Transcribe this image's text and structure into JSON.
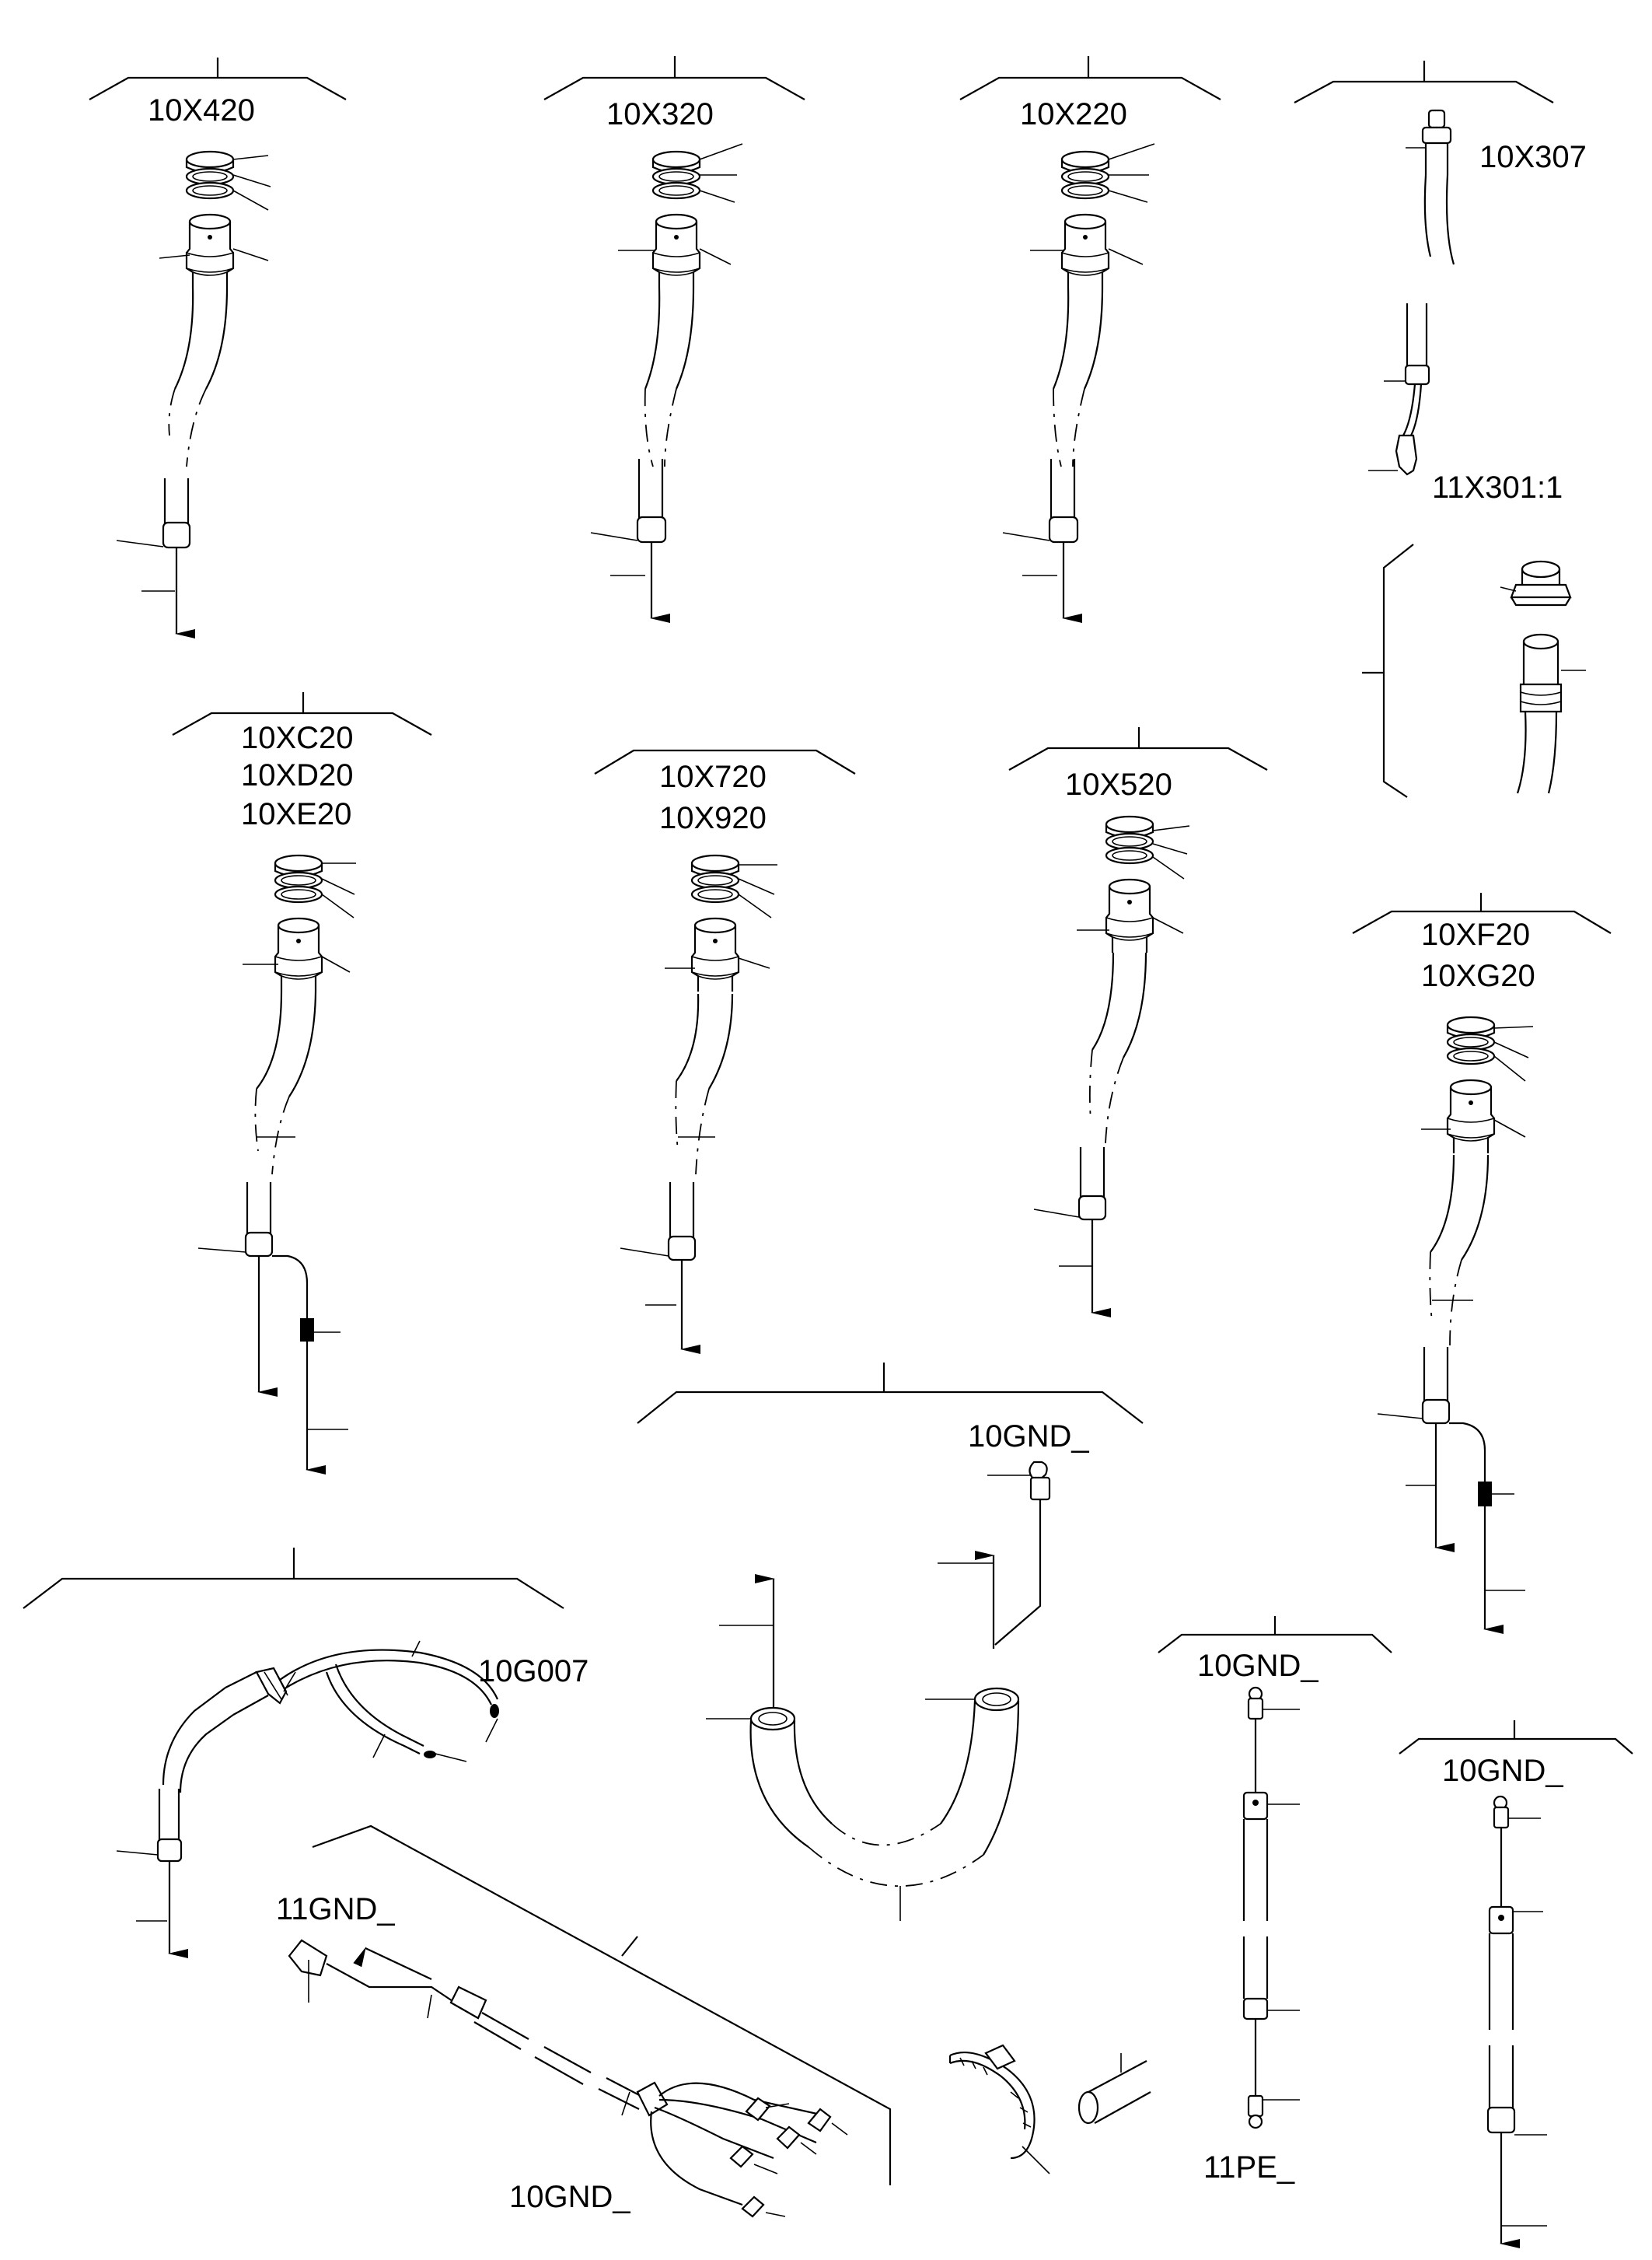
{
  "labels": {
    "c10x420": "10X420",
    "c10x320": "10X320",
    "c10x220": "10X220",
    "c10x307": "10X307",
    "c11x301": "11X301:1",
    "c10xc20": "10XC20",
    "c10xd20": "10XD20",
    "c10xe20": "10XE20",
    "c10x720": "10X720",
    "c10x920": "10X920",
    "c10x520": "10X520",
    "c10xf20": "10XF20",
    "c10xg20": "10XG20",
    "gnd_top": "10GND_",
    "g007": "10G007",
    "gnd_11": "11GND_",
    "gnd_bottom": "10GND_",
    "gnd_mid": "10GND_",
    "pe_11": "11PE_",
    "gnd_right": "10GND_"
  }
}
